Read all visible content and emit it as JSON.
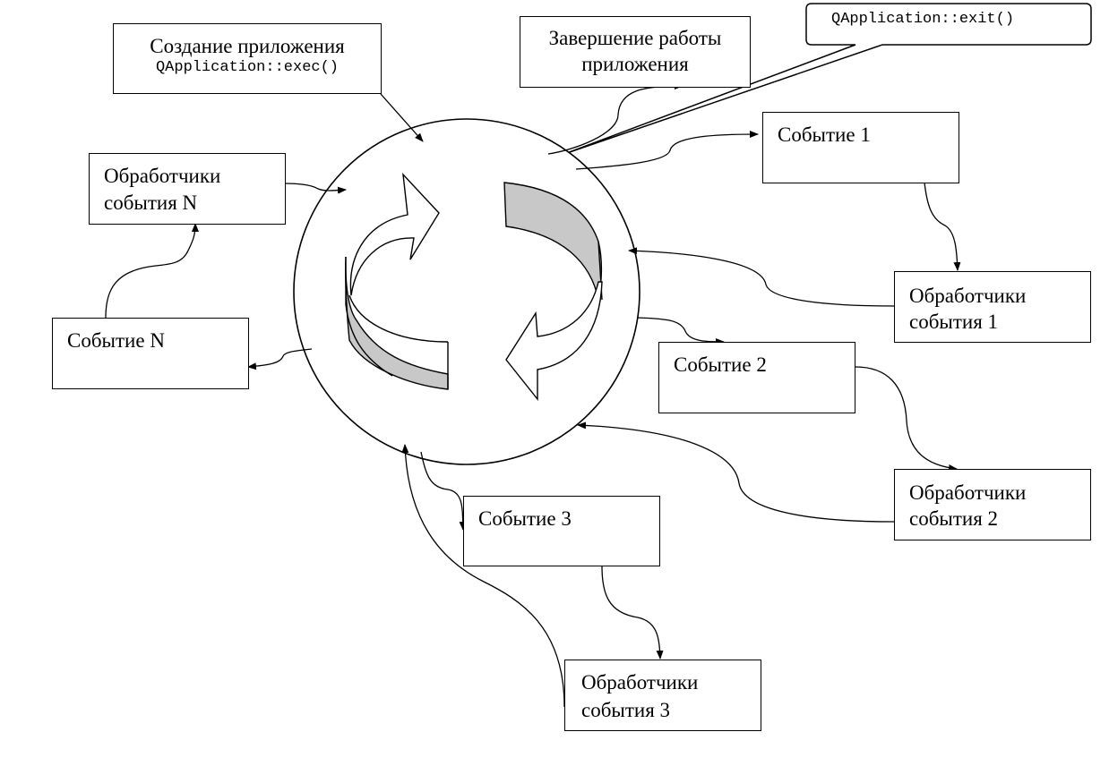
{
  "create_app": {
    "title": "Создание приложения",
    "code": "QApplication::exec()"
  },
  "finish_app": {
    "line1": "Завершение работы",
    "line2": "приложения"
  },
  "exit_callout": {
    "code": "QApplication::exit()"
  },
  "event_1": {
    "label": "Событие 1"
  },
  "handlers_1": {
    "line1": "Обработчики",
    "line2": "события 1"
  },
  "event_2": {
    "label": "Событие 2"
  },
  "handlers_2": {
    "line1": "Обработчики",
    "line2": "события 2"
  },
  "event_3": {
    "label": "Событие 3"
  },
  "handlers_3": {
    "line1": "Обработчики",
    "line2": "события 3"
  },
  "event_n": {
    "label": "Событие N"
  },
  "handlers_n": {
    "line1": "Обработчики",
    "line2": "события N"
  }
}
